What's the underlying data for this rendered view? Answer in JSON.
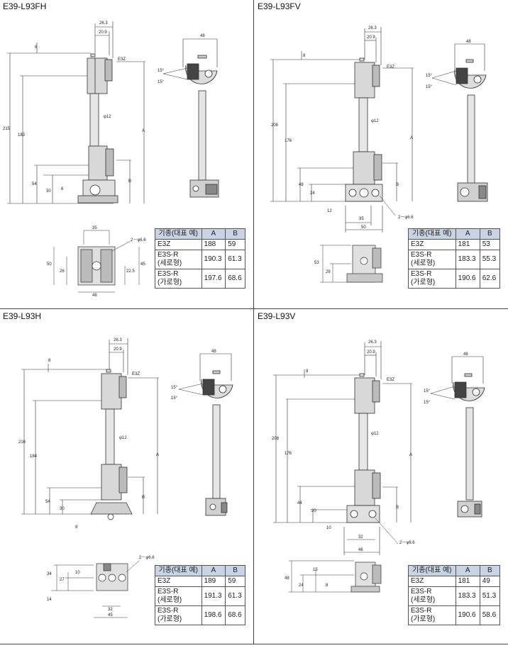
{
  "quadrants": [
    {
      "title": "E39-L93FH",
      "table": {
        "h": [
          "기종(대표 예)",
          "A",
          "B"
        ],
        "rows": [
          [
            "E3Z",
            "188",
            "59"
          ],
          [
            "E3S-R\n(세로형)",
            "190.3",
            "61.3"
          ],
          [
            "E3S-R\n(가로형)",
            "197.6",
            "68.6"
          ]
        ]
      },
      "dims": {
        "d1": "26.3",
        "d2": "20.9",
        "d3": "8",
        "d4": "E3Z",
        "d5": "48",
        "d6": "15°",
        "d7": "15°",
        "d8": "φ12",
        "d9": "215",
        "d10": "183",
        "d11": "A",
        "d12": "B",
        "d13": "54",
        "d14": "30",
        "d15": "6",
        "d16": "35",
        "d17": "2－φ6.6",
        "d18": "50",
        "d19": "26",
        "d20": "45",
        "d21": "22.5",
        "d22": "48"
      }
    },
    {
      "title": "E39-L93FV",
      "table": {
        "h": [
          "기종(대표 예)",
          "A",
          "B"
        ],
        "rows": [
          [
            "E3Z",
            "181",
            "53"
          ],
          [
            "E3S-R\n(세로형)",
            "183.3",
            "55.3"
          ],
          [
            "E3S-R\n(가로형)",
            "190.6",
            "62.6"
          ]
        ]
      },
      "dims": {
        "d1": "26.3",
        "d2": "20.9",
        "d3": "8",
        "d4": "E3Z",
        "d5": "48",
        "d6": "15°",
        "d7": "15°",
        "d8": "φ12",
        "d9": "208",
        "d10": "176",
        "d11": "A",
        "d12": "B",
        "d13": "48",
        "d14": "24",
        "d15": "12",
        "d16": "35",
        "d17": "2－φ6.6",
        "d18": "50",
        "d19": "53",
        "d20": "29"
      }
    },
    {
      "title": "E39-L93H",
      "table": {
        "h": [
          "기종(대표 예)",
          "A",
          "B"
        ],
        "rows": [
          [
            "E3Z",
            "189",
            "59"
          ],
          [
            "E3S-R\n(세로형)",
            "191.3",
            "61.3"
          ],
          [
            "E3S-R\n(가로형)",
            "198.6",
            "68.6"
          ]
        ]
      },
      "dims": {
        "d1": "26.3",
        "d2": "20.9",
        "d3": "8",
        "d4": "E3Z",
        "d5": "48",
        "d6": "15°",
        "d7": "15°",
        "d8": "φ12",
        "d9": "216",
        "d10": "184",
        "d11": "A",
        "d12": "B",
        "d13": "54",
        "d14": "30",
        "d15": "8",
        "d16": "2－φ6.6",
        "d17": "34",
        "d18": "27",
        "d19": "10",
        "d20": "14",
        "d21": "32",
        "d22": "45"
      }
    },
    {
      "title": "E39-L93V",
      "table": {
        "h": [
          "기종(대표 예)",
          "A",
          "B"
        ],
        "rows": [
          [
            "E3Z",
            "181",
            "49"
          ],
          [
            "E3S-R\n(세로형)",
            "183.3",
            "51.3"
          ],
          [
            "E3S-R\n(가로형)",
            "190.6",
            "58.6"
          ]
        ]
      },
      "dims": {
        "d1": "26.3",
        "d2": "20.9",
        "d3": "8",
        "d4": "E3Z",
        "d5": "48",
        "d6": "15°",
        "d7": "15°",
        "d8": "φ12",
        "d9": "208",
        "d10": "176",
        "d11": "A",
        "d12": "B",
        "d13": "44",
        "d14": "20",
        "d15": "10",
        "d16": "32",
        "d17": "46",
        "d18": "2－φ6.6",
        "d19": "48",
        "d20": "15",
        "d21": "24",
        "d22": "8"
      }
    }
  ]
}
